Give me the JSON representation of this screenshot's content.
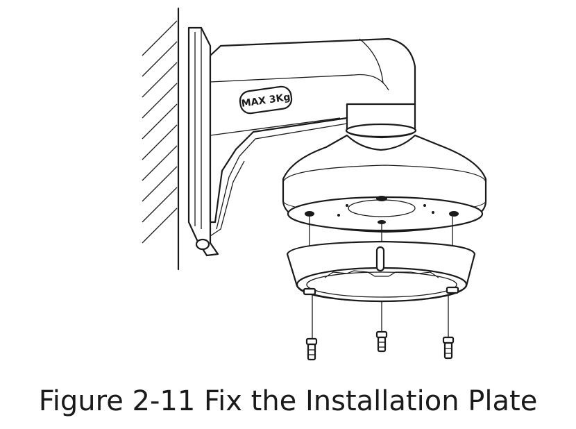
{
  "figure": {
    "caption": "Figure 2-11 Fix the Installation Plate",
    "load_label": "MAX 3Kg"
  },
  "parts": [
    "wall",
    "wall-mount-bracket",
    "mount-base",
    "installation-plate",
    "screws"
  ],
  "screw_count": 3
}
